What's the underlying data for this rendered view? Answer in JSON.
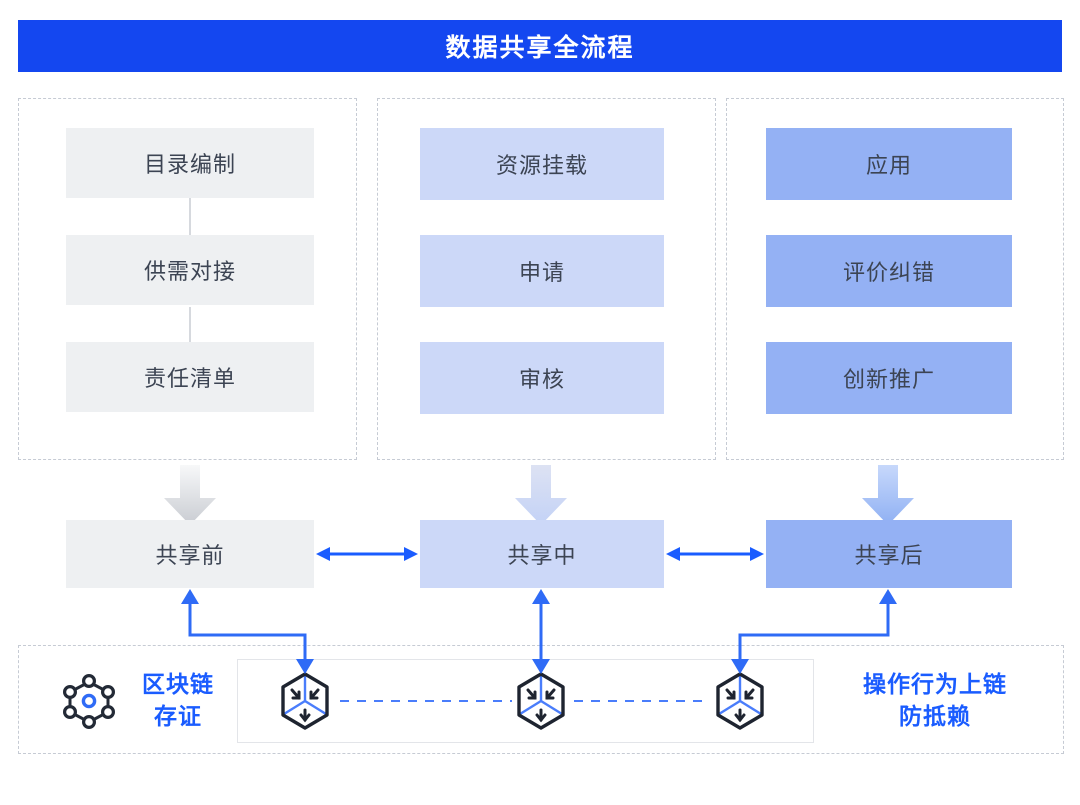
{
  "header": {
    "title": "数据共享全流程",
    "bar_color": "#1447f0",
    "text_color": "#ffffff"
  },
  "columns": [
    {
      "id": "pre-share",
      "tone": "gray",
      "color": "#eef0f2",
      "steps": [
        {
          "label": "目录编制"
        },
        {
          "label": "供需对接"
        },
        {
          "label": "责任清单"
        }
      ]
    },
    {
      "id": "in-share",
      "tone": "light-blue",
      "color": "#ccd8f8",
      "steps": [
        {
          "label": "资源挂载"
        },
        {
          "label": "申请"
        },
        {
          "label": "审核"
        }
      ]
    },
    {
      "id": "post-share",
      "tone": "mid-blue",
      "color": "#94b1f4",
      "steps": [
        {
          "label": "应用"
        },
        {
          "label": "评价纠错"
        },
        {
          "label": "创新推广"
        }
      ]
    }
  ],
  "phases": [
    {
      "label": "共享前",
      "color": "#eef0f2"
    },
    {
      "label": "共享中",
      "color": "#ccd8f8"
    },
    {
      "label": "共享后",
      "color": "#94b1f4"
    }
  ],
  "arrows": {
    "phase_link_color": "#1a5cff",
    "down_arrow_tones": [
      "#eef0f2",
      "#ccd8f8",
      "#94b1f4"
    ]
  },
  "blockchain": {
    "left_label_line1": "区块链",
    "left_label_line2": "存证",
    "right_label_line1": "操作行为上链",
    "right_label_line2": "防抵赖",
    "accent_color": "#1a5cff",
    "nodes": [
      {
        "name": "block-node-1"
      },
      {
        "name": "block-node-2"
      },
      {
        "name": "block-node-3"
      }
    ],
    "network_icon": "blockchain-network-icon"
  }
}
